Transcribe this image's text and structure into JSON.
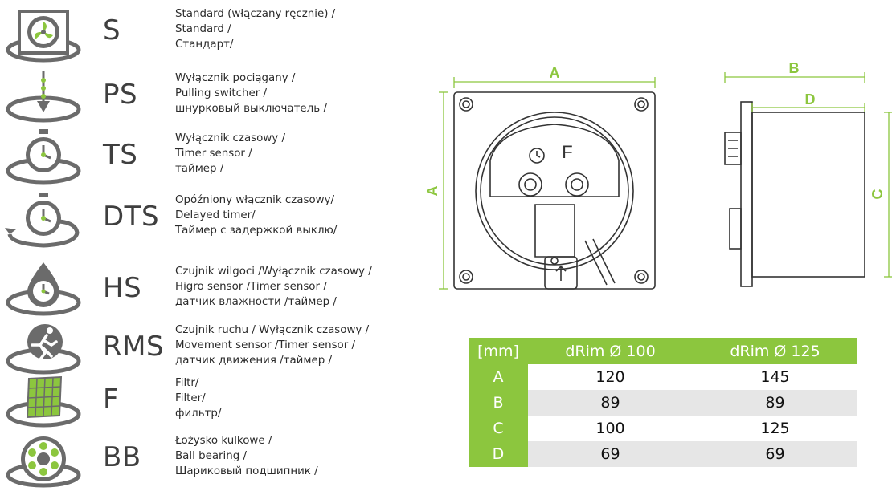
{
  "features": [
    {
      "code": "S",
      "icon": "fan-standard-icon",
      "lines": [
        "Standard (włączany ręcznie) /",
        "Standard /",
        "Стандарт/"
      ]
    },
    {
      "code": "PS",
      "icon": "pull-cord-icon",
      "lines": [
        "Wyłącznik pociągany /",
        "Pulling switcher /",
        "шнурковый выключатель /"
      ]
    },
    {
      "code": "TS",
      "icon": "timer-icon",
      "lines": [
        "Wyłącznik czasowy /",
        "Timer sensor /",
        "таймер /"
      ]
    },
    {
      "code": "DTS",
      "icon": "delayed-timer-icon",
      "lines": [
        "Opóźniony włącznik czasowy/",
        "Delayed timer/",
        "Таймер с задержкой выклю/"
      ]
    },
    {
      "code": "HS",
      "icon": "humidity-timer-icon",
      "lines": [
        "Czujnik wilgoci /Wyłącznik czasowy /",
        "Higro sensor  /Timer sensor /",
        "датчик влажности /таймер /"
      ]
    },
    {
      "code": "RMS",
      "icon": "motion-sensor-icon",
      "lines": [
        "Czujnik ruchu /  Wyłącznik czasowy /",
        "Movement sensor /Timer sensor /",
        "датчик движения /таймер /"
      ]
    },
    {
      "code": "F",
      "icon": "filter-icon",
      "lines": [
        "Filtr/",
        "Filter/",
        "фильтр/"
      ]
    },
    {
      "code": "BB",
      "icon": "ball-bearing-icon",
      "lines": [
        "Łożysko kulkowe /",
        "Ball bearing /",
        "Шариковый подшипник /"
      ]
    }
  ],
  "drawing": {
    "front_width_label": "A",
    "front_height_label": "A",
    "side_depth_label": "B",
    "side_body_label": "D",
    "side_height_label": "C",
    "panel_letter": "F"
  },
  "dimensions_table": {
    "headers": [
      "[mm]",
      "dRim Ø 100",
      "dRim Ø 125"
    ],
    "rows": [
      {
        "key": "A",
        "v1": "120",
        "v2": "145"
      },
      {
        "key": "B",
        "v1": "89",
        "v2": "89"
      },
      {
        "key": "C",
        "v1": "100",
        "v2": "125"
      },
      {
        "key": "D",
        "v1": "69",
        "v2": "69"
      }
    ]
  },
  "colors": {
    "accent": "#8cc63e",
    "icon_gray": "#6b6b6b",
    "text": "#2b2b2b"
  }
}
